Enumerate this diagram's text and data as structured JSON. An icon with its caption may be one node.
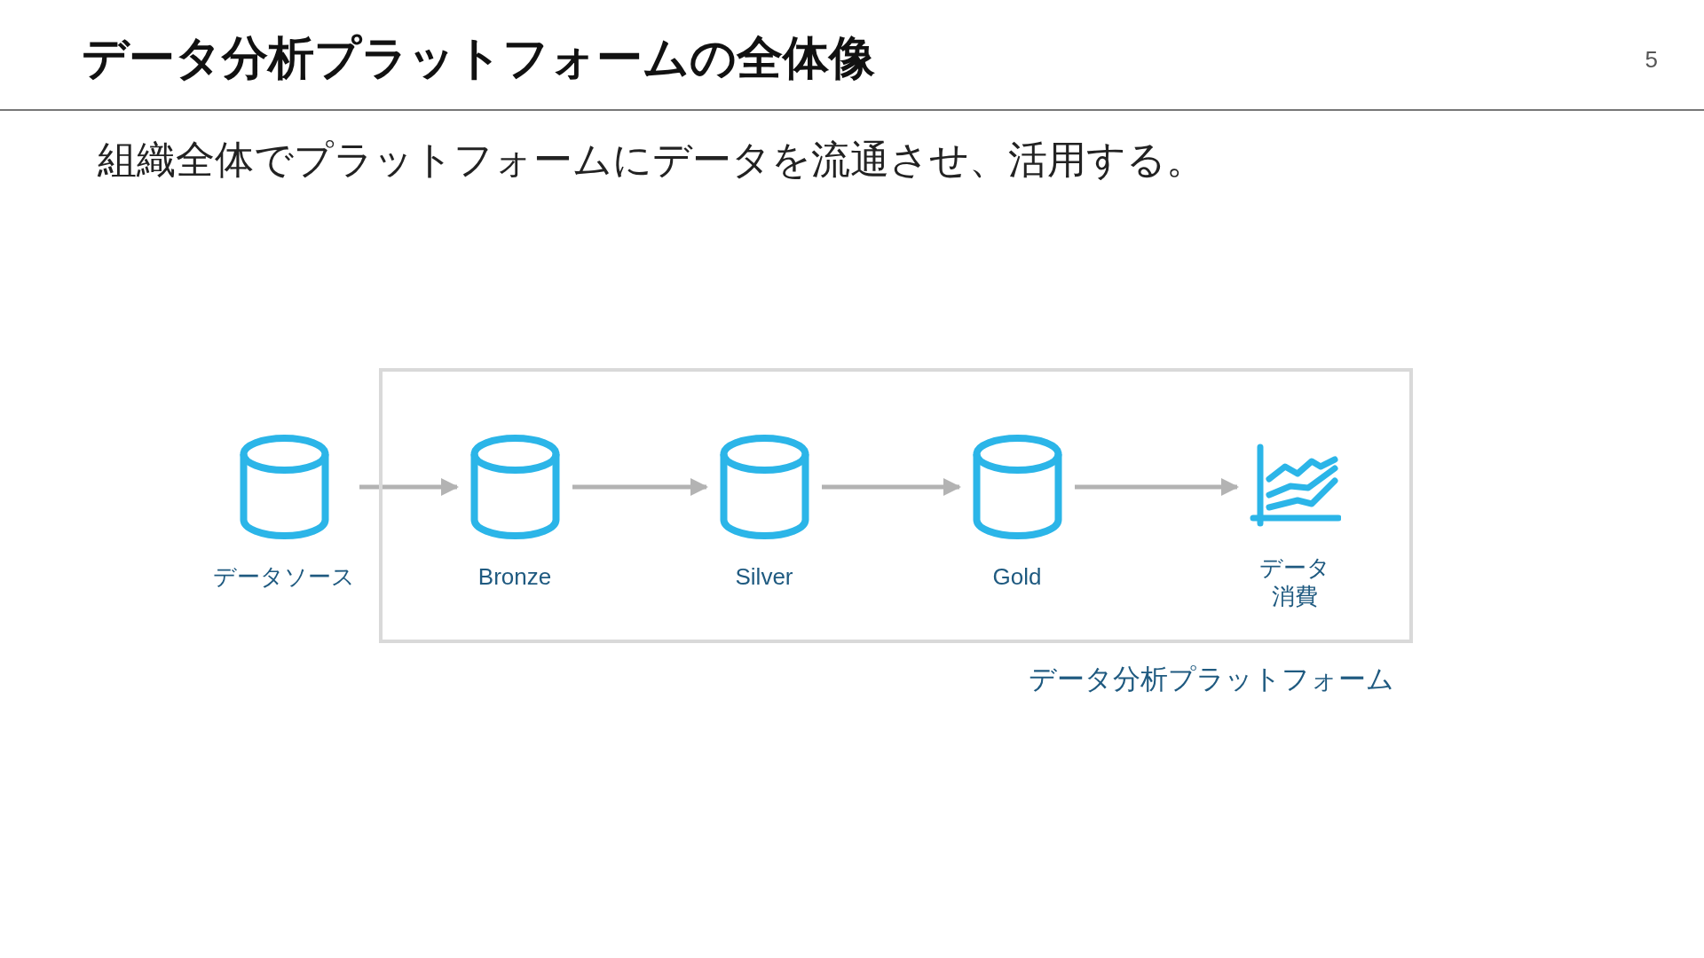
{
  "diagram": {
    "title": "データ分析プラットフォームの全体像",
    "nodes": [
      {
        "text": [
          "データ分析プラットフォーム"
        ]
      },
      {
        "text": [
          "データソース"
        ]
      },
      {
        "text": [
          "Bronze"
        ],
        "in": 0
      },
      {
        "text": [
          "Silver"
        ],
        "in": 0
      },
      {
        "text": [
          "Gold"
        ],
        "in": 0
      },
      {
        "text": [
          "データ消費"
        ],
        "in": 0
      }
    ],
    "edges": [
      {
        "from": 1,
        "to": 2,
        "arrow": "to"
      },
      {
        "from": 2,
        "to": 3,
        "arrow": "to"
      },
      {
        "from": 3,
        "to": 4,
        "arrow": "to"
      },
      {
        "from": 4,
        "to": 5,
        "arrow": "to"
      }
    ],
    "labels": [
      "5",
      "組織全体でプラットフォームにデータを流通させ、活用する。"
    ]
  }
}
